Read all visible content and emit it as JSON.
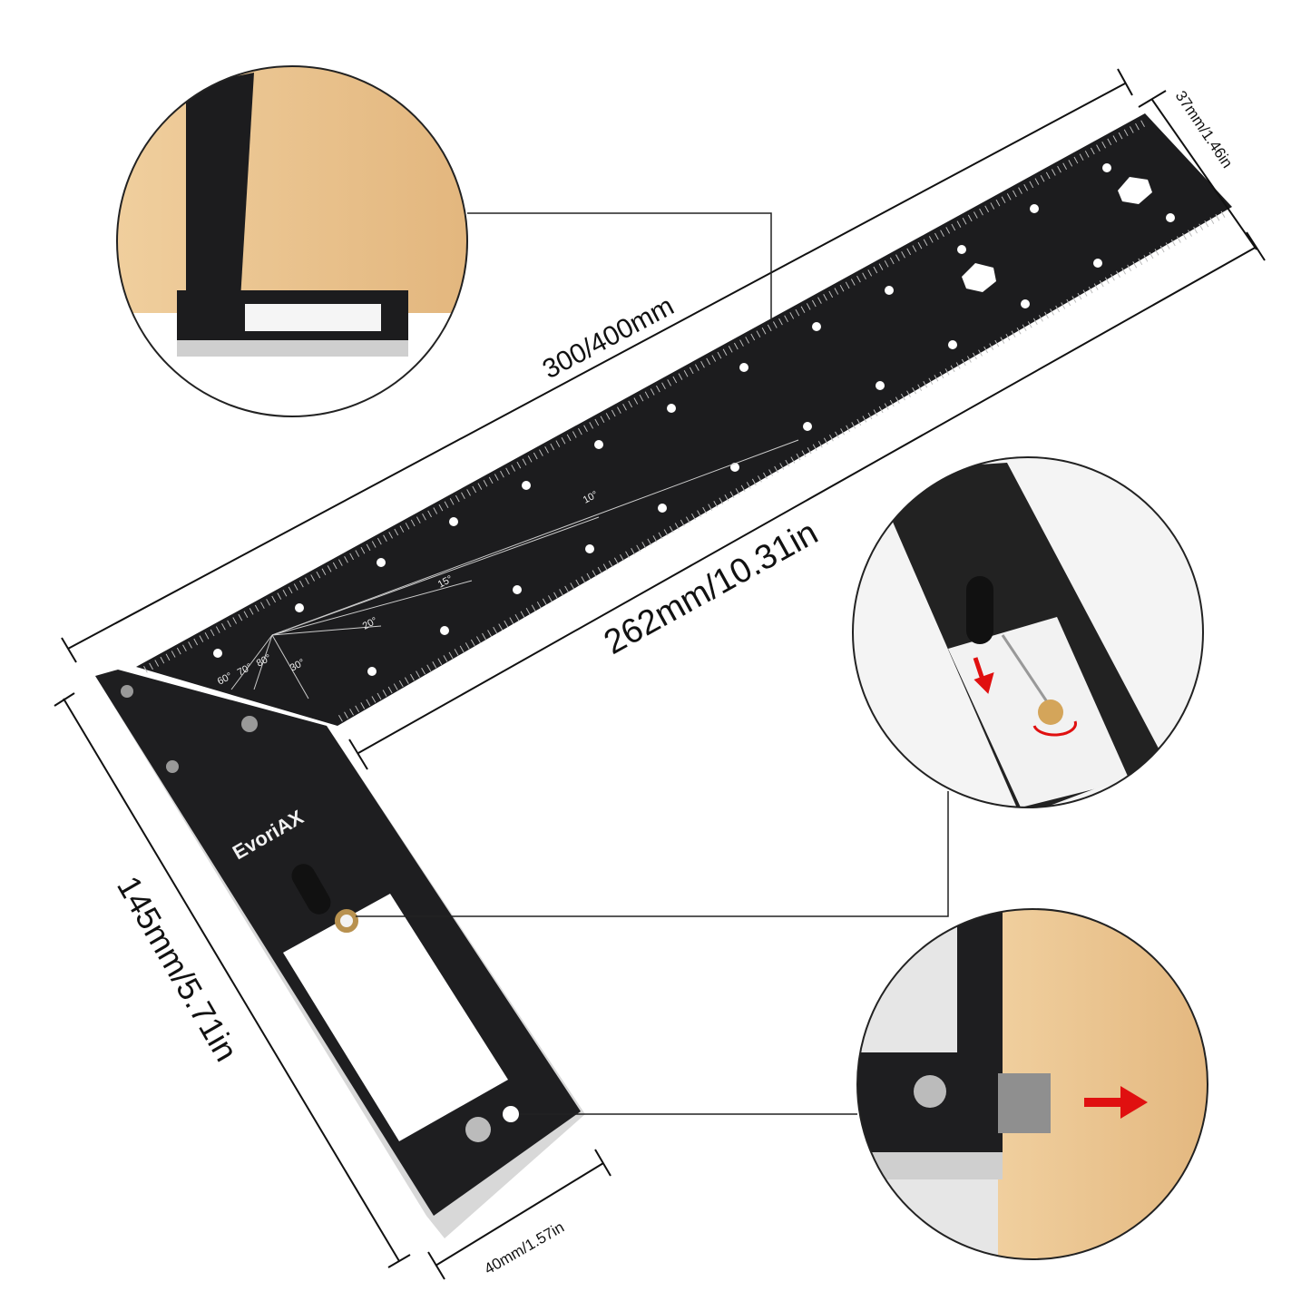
{
  "brand": "EvoriAX",
  "dimensions": {
    "overall_length": "300/400mm",
    "blade_length": "262mm/10.31in",
    "blade_width": "37mm/1.46in",
    "stock_length": "145mm/5.71in",
    "stock_width": "40mm/1.57in"
  },
  "blade_angle_labels": [
    "10°",
    "15°",
    "20°",
    "30°",
    "60°",
    "70°",
    "80°"
  ],
  "colors": {
    "tool_body": "#1c1c1e",
    "wood": "#e9c48f",
    "arrow": "#e01010",
    "line": "#111111"
  }
}
